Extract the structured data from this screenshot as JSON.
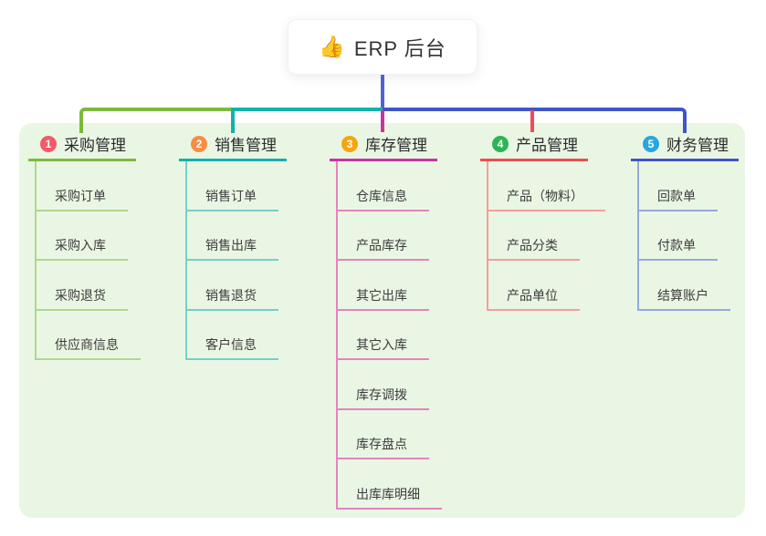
{
  "root": {
    "icon": "👍",
    "title": "ERP 后台"
  },
  "panel": {
    "bg_color": "#eaf6e4"
  },
  "connectors": {
    "root_drop_color": "#5163d2",
    "rail_colors": [
      "#7cb93d",
      "#12b2ab",
      "#3f55c6"
    ],
    "mid_drop_colors": [
      "#c9359f",
      "#ef4a5c"
    ]
  },
  "branches": [
    {
      "number": "1",
      "title": "采购管理",
      "badge_color": "#f65868",
      "line_color": "#7cb93d",
      "child_line_color": "#aed78f",
      "children": [
        "采购订单",
        "采购入库",
        "采购退货",
        "供应商信息"
      ]
    },
    {
      "number": "2",
      "title": "销售管理",
      "badge_color": "#fa8c43",
      "line_color": "#12b2ab",
      "child_line_color": "#74d0c9",
      "children": [
        "销售订单",
        "销售出库",
        "销售退货",
        "客户信息"
      ]
    },
    {
      "number": "3",
      "title": "库存管理",
      "badge_color": "#f5a60d",
      "line_color": "#c9359f",
      "child_line_color": "#e583bd",
      "children": [
        "仓库信息",
        "产品库存",
        "其它出库",
        "其它入库",
        "库存调拨",
        "库存盘点",
        "出库库明细"
      ]
    },
    {
      "number": "4",
      "title": "产品管理",
      "badge_color": "#2eb457",
      "line_color": "#e8504e",
      "child_line_color": "#f59e9a",
      "children": [
        "产品（物料）",
        "产品分类",
        "产品单位"
      ]
    },
    {
      "number": "5",
      "title": "财务管理",
      "badge_color": "#29a6de",
      "line_color": "#3f55c6",
      "child_line_color": "#93aade",
      "children": [
        "回款单",
        "付款单",
        "结算账户"
      ]
    }
  ]
}
